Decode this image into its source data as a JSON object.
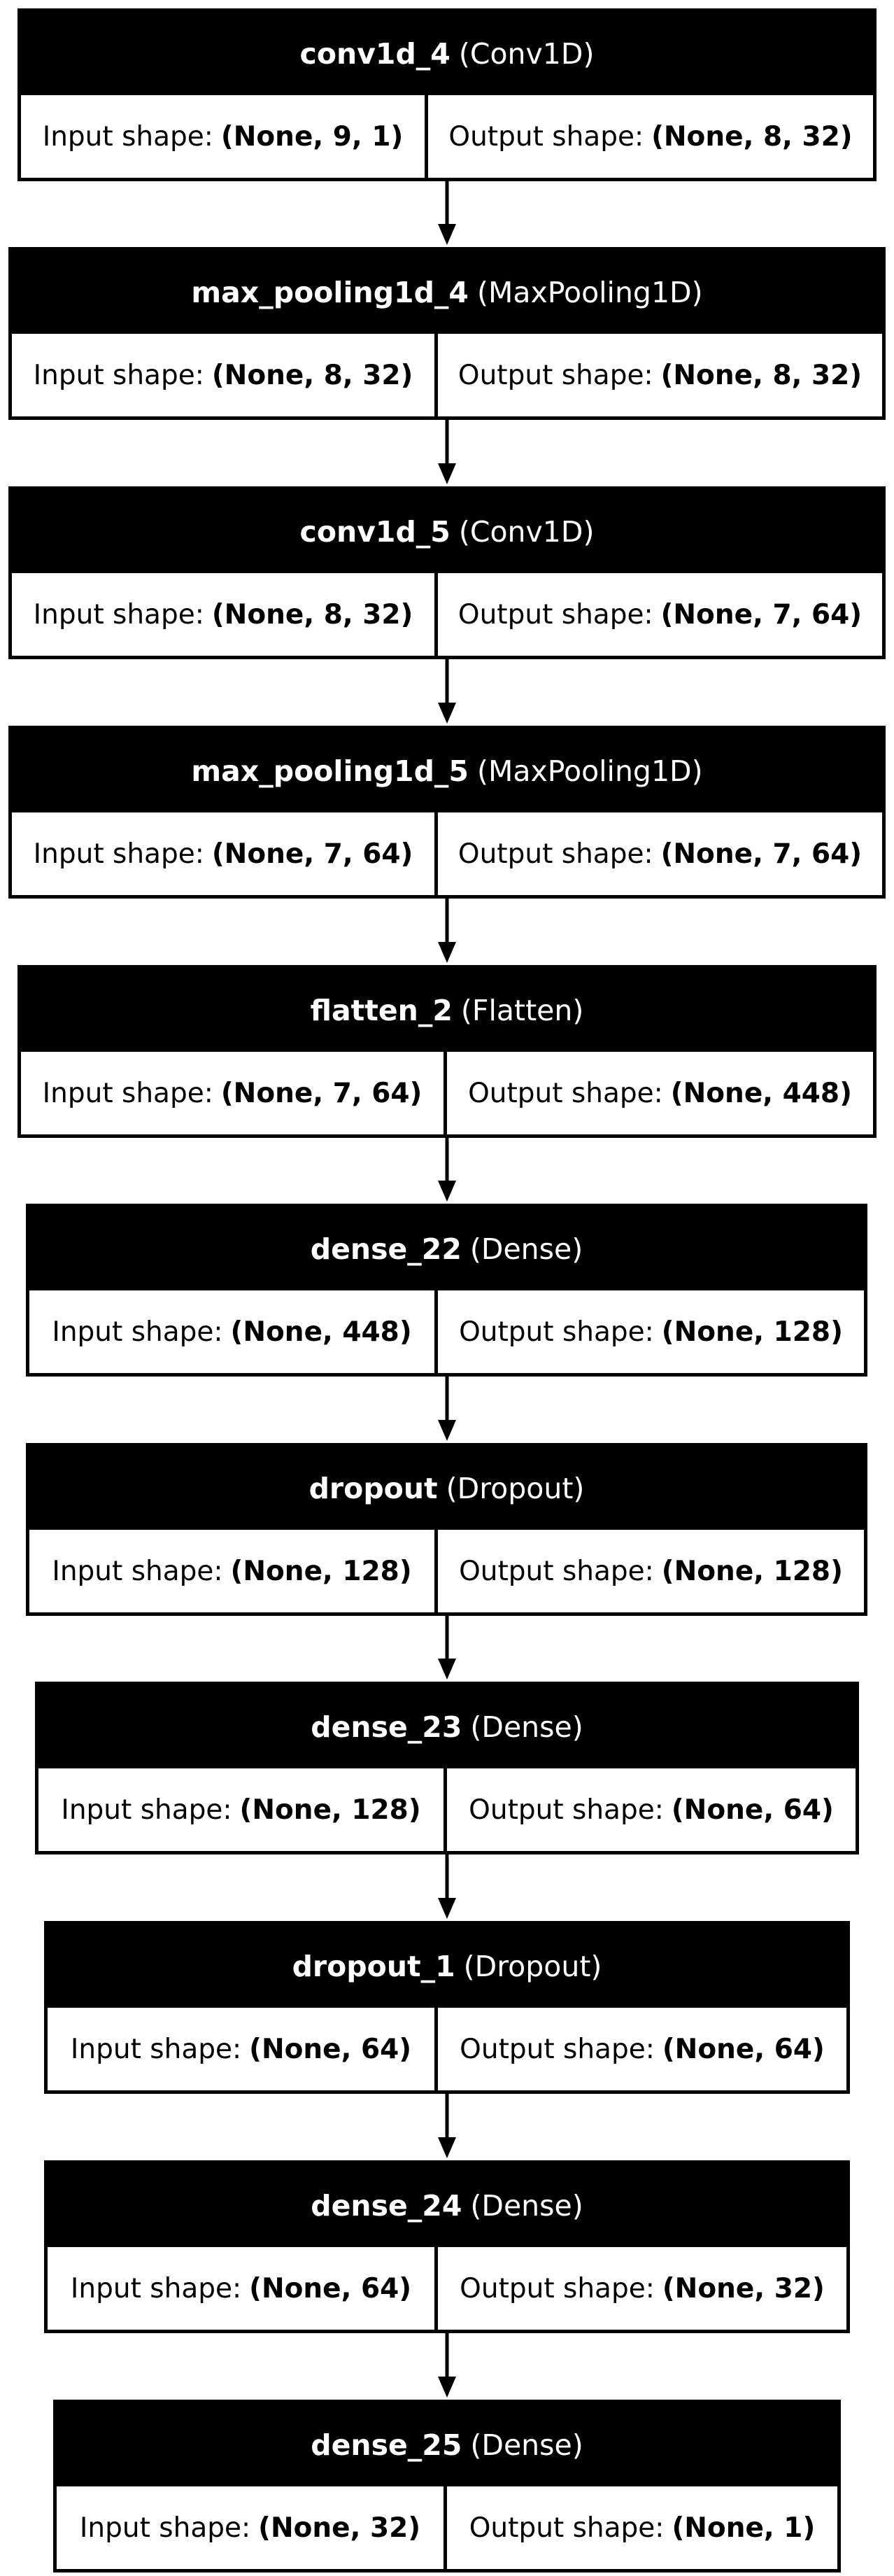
{
  "diagram": {
    "layers": [
      {
        "name": "conv1d_4",
        "type": "(Conv1D)",
        "input_label": "Input shape:",
        "input_shape": "(None, 9, 1)",
        "output_label": "Output shape:",
        "output_shape": "(None, 8, 32)"
      },
      {
        "name": "max_pooling1d_4",
        "type": "(MaxPooling1D)",
        "input_label": "Input shape:",
        "input_shape": "(None, 8, 32)",
        "output_label": "Output shape:",
        "output_shape": "(None, 8, 32)"
      },
      {
        "name": "conv1d_5",
        "type": "(Conv1D)",
        "input_label": "Input shape:",
        "input_shape": "(None, 8, 32)",
        "output_label": "Output shape:",
        "output_shape": "(None, 7, 64)"
      },
      {
        "name": "max_pooling1d_5",
        "type": "(MaxPooling1D)",
        "input_label": "Input shape:",
        "input_shape": "(None, 7, 64)",
        "output_label": "Output shape:",
        "output_shape": "(None, 7, 64)"
      },
      {
        "name": "flatten_2",
        "type": "(Flatten)",
        "input_label": "Input shape:",
        "input_shape": "(None, 7, 64)",
        "output_label": "Output shape:",
        "output_shape": "(None, 448)"
      },
      {
        "name": "dense_22",
        "type": "(Dense)",
        "input_label": "Input shape:",
        "input_shape": "(None, 448)",
        "output_label": "Output shape:",
        "output_shape": "(None, 128)"
      },
      {
        "name": "dropout",
        "type": "(Dropout)",
        "input_label": "Input shape:",
        "input_shape": "(None, 128)",
        "output_label": "Output shape:",
        "output_shape": "(None, 128)"
      },
      {
        "name": "dense_23",
        "type": "(Dense)",
        "input_label": "Input shape:",
        "input_shape": "(None, 128)",
        "output_label": "Output shape:",
        "output_shape": "(None, 64)"
      },
      {
        "name": "dropout_1",
        "type": "(Dropout)",
        "input_label": "Input shape:",
        "input_shape": "(None, 64)",
        "output_label": "Output shape:",
        "output_shape": "(None, 64)"
      },
      {
        "name": "dense_24",
        "type": "(Dense)",
        "input_label": "Input shape:",
        "input_shape": "(None, 64)",
        "output_label": "Output shape:",
        "output_shape": "(None, 32)"
      },
      {
        "name": "dense_25",
        "type": "(Dense)",
        "input_label": "Input shape:",
        "input_shape": "(None, 32)",
        "output_label": "Output shape:",
        "output_shape": "(None, 1)"
      }
    ],
    "colors": {
      "header_background": "#000000",
      "header_text": "#ffffff",
      "cell_background": "#ffffff",
      "line": "#000000"
    }
  }
}
